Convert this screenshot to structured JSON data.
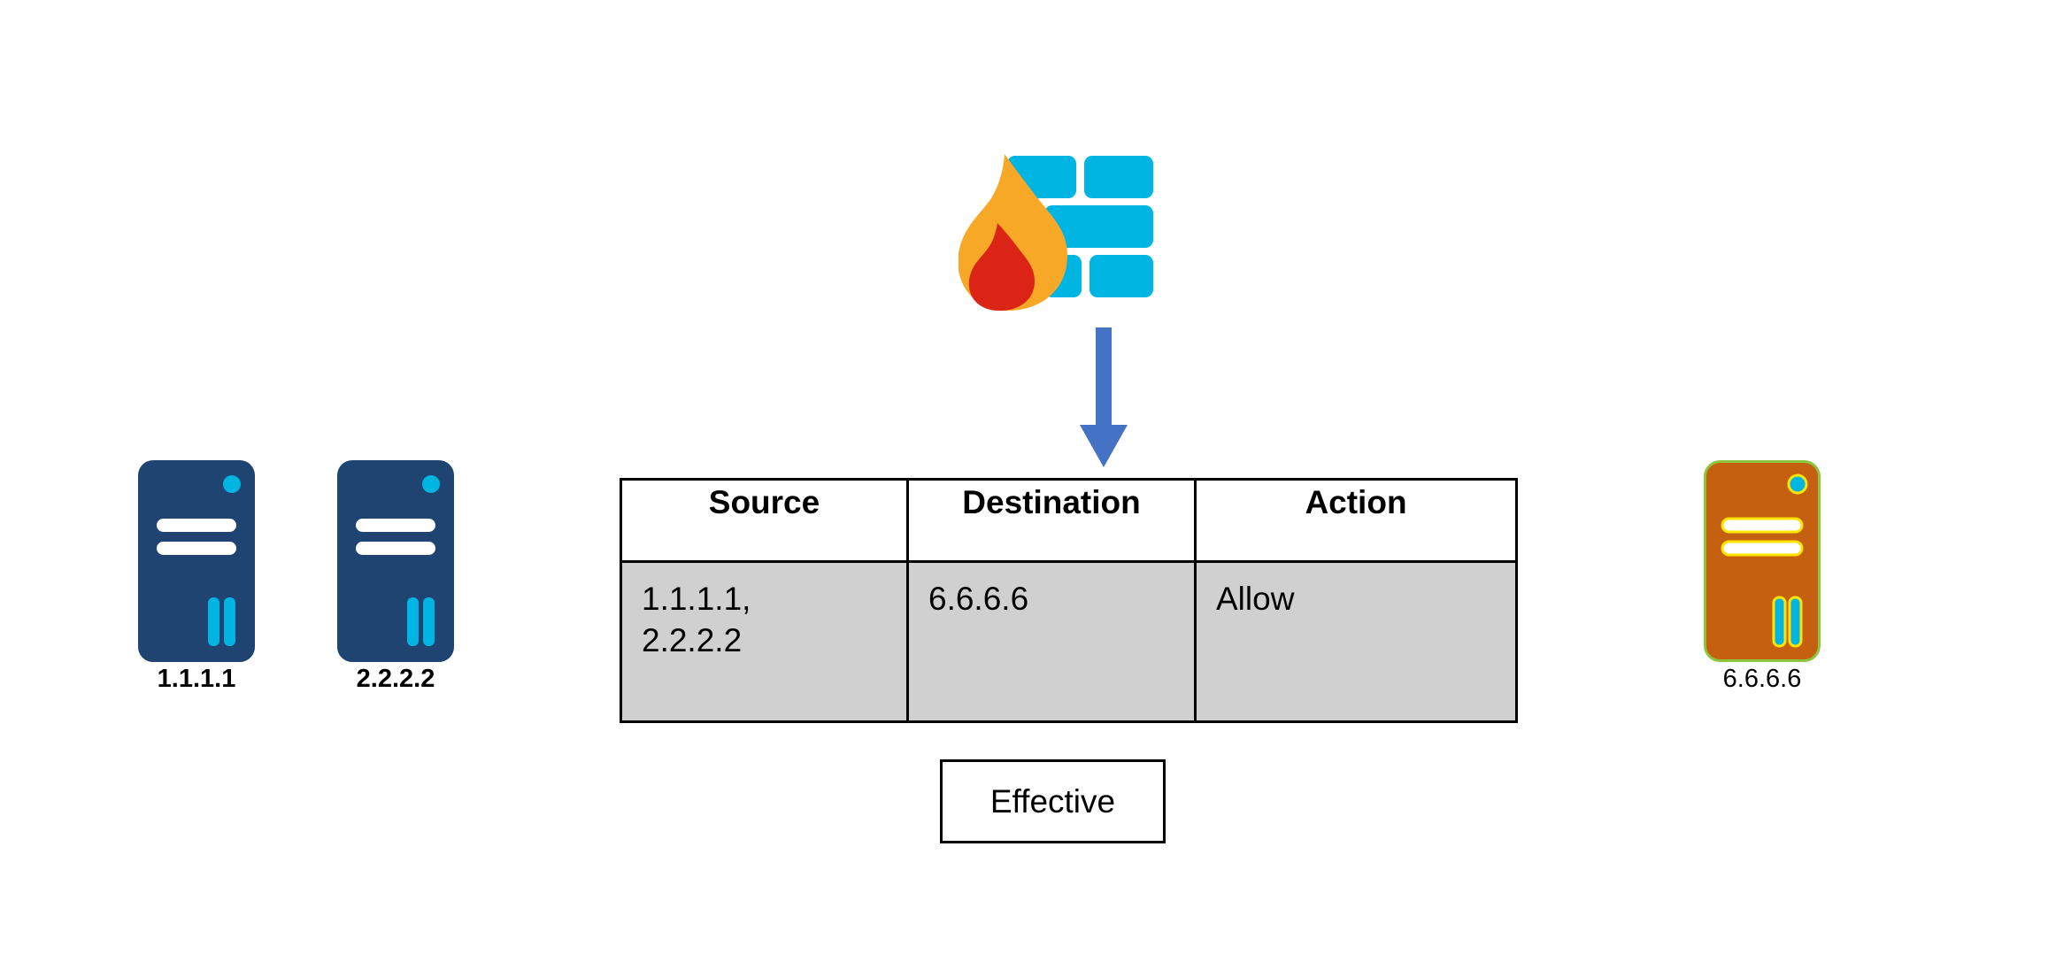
{
  "diagram": {
    "background_color": "#ffffff",
    "title_text": ""
  },
  "palette": {
    "server_navy": "#1f4472",
    "server_navy_accent_cyan": "#00b5e2",
    "server_bar_white": "#ffffff",
    "server_orange": "#c4600f",
    "server_orange_outline": "#8cc63f",
    "server_orange_accent_yellow": "#ffe400",
    "firewall_brick_cyan": "#00b5e2",
    "flame_orange": "#f7a827",
    "flame_red": "#db2316",
    "arrow_blue": "#4472c4",
    "table_border": "#000000",
    "table_header_bg": "#ffffff",
    "table_row_bg": "#d0d0d0",
    "text_black": "#000000"
  },
  "source_hosts": [
    {
      "icon": "server-icon",
      "label": "1.1.1.1",
      "color_variant": "navy",
      "label_weight": "bold"
    },
    {
      "icon": "server-icon",
      "label": "2.2.2.2",
      "color_variant": "navy",
      "label_weight": "bold"
    }
  ],
  "destination_host": {
    "icon": "server-icon",
    "label": "6.6.6.6",
    "color_variant": "orange",
    "label_weight": "regular"
  },
  "firewall": {
    "icon": "firewall-icon",
    "bricks": 5,
    "flame": "flame-icon"
  },
  "arrow": {
    "icon": "arrow-down-icon",
    "direction": "down",
    "color": "#4472c4"
  },
  "rules_table": {
    "columns": [
      "Source",
      "Destination",
      "Action"
    ],
    "rows": [
      {
        "source": "1.1.1.1,\n2.2.2.2",
        "destination": "6.6.6.6",
        "action": "Allow"
      }
    ]
  },
  "effective_box": {
    "label": "Effective"
  }
}
